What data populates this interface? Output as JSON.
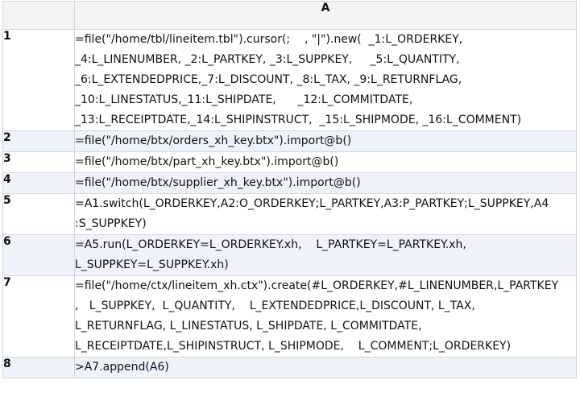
{
  "column_header": "A",
  "rows": [
    {
      "index": "1",
      "lines": [
        "=file(\"/home/tbl/lineitem.tbl\").cursor(;    , \"|\").new(  _1:L_ORDERKEY,",
        "_4:L_LINENUMBER, _2:L_PARTKEY, _3:L_SUPPKEY,     _5:L_QUANTITY,",
        "_6:L_EXTENDEDPRICE,_7:L_DISCOUNT, _8:L_TAX, _9:L_RETURNFLAG,",
        "_10:L_LINESTATUS,_11:L_SHIPDATE,      _12:L_COMMITDATE,",
        "_13:L_RECEIPTDATE,_14:L_SHIPINSTRUCT,  _15:L_SHIPMODE, _16:L_COMMENT)"
      ]
    },
    {
      "index": "2",
      "lines": [
        "=file(\"/home/btx/orders_xh_key.btx\").import@b()"
      ]
    },
    {
      "index": "3",
      "lines": [
        "=file(\"/home/btx/part_xh_key.btx\").import@b()"
      ]
    },
    {
      "index": "4",
      "lines": [
        "=file(\"/home/btx/supplier_xh_key.btx\").import@b()"
      ]
    },
    {
      "index": "5",
      "lines": [
        "=A1.switch(L_ORDERKEY,A2:O_ORDERKEY;L_PARTKEY,A3:P_PARTKEY;L_SUPPKEY,A4",
        ":S_SUPPKEY)"
      ]
    },
    {
      "index": "6",
      "lines": [
        "=A5.run(L_ORDERKEY=L_ORDERKEY.xh,    L_PARTKEY=L_PARTKEY.xh,",
        "L_SUPPKEY=L_SUPPKEY.xh)"
      ]
    },
    {
      "index": "7",
      "lines": [
        "=file(\"/home/ctx/lineitem_xh.ctx\").create(#L_ORDERKEY,#L_LINENUMBER,L_PARTKEY",
        ",   L_SUPPKEY,  L_QUANTITY,    L_EXTENDEDPRICE,L_DISCOUNT, L_TAX,",
        "L_RETURNFLAG, L_LINESTATUS, L_SHIPDATE, L_COMMITDATE,",
        "L_RECEIPTDATE,L_SHIPINSTRUCT, L_SHIPMODE,    L_COMMENT;L_ORDERKEY)"
      ]
    },
    {
      "index": "8",
      "lines": [
        ">A7.append(A6)"
      ]
    }
  ]
}
